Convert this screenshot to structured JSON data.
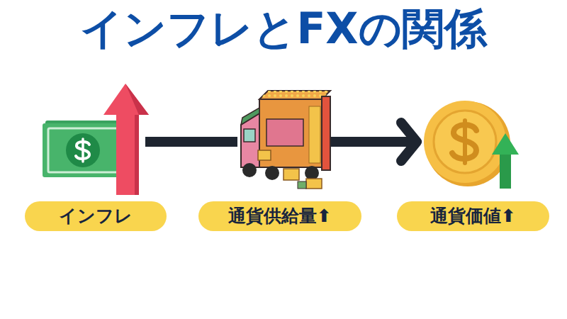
{
  "diagram": {
    "title": "インフレとFXの関係",
    "nodes": [
      {
        "text": [
          "インフレ"
        ]
      },
      {
        "text": [
          "通貨供給量⬆"
        ]
      },
      {
        "text": [
          "通貨価値⬆"
        ]
      }
    ],
    "edges": [
      {
        "from": 0,
        "to": 1,
        "arrow": "none"
      },
      {
        "from": 1,
        "to": 2,
        "arrow": "to"
      }
    ]
  }
}
